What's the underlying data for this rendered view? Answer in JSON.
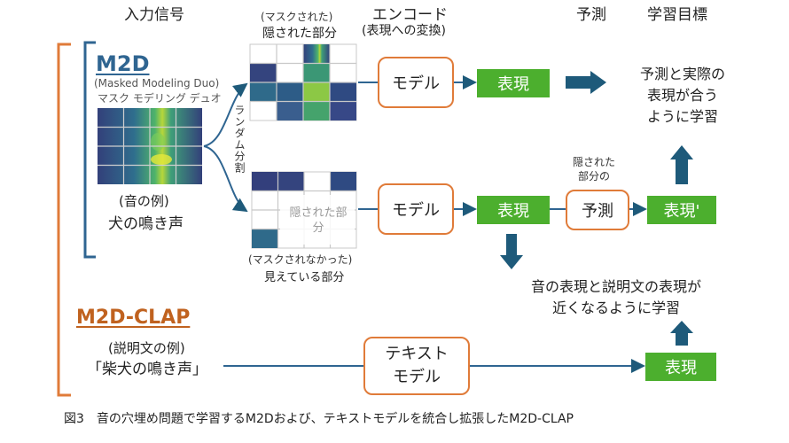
{
  "headers": {
    "input": "入力信号",
    "masked_note": "(マスクされた)",
    "hidden_part": "隠された部分",
    "encode": "エンコード",
    "encode_sub": "(表現への変換)",
    "predict": "予測",
    "target": "学習目標"
  },
  "m2d": {
    "title": "M2D",
    "subtitle_en": "(Masked Modeling Duo)",
    "subtitle_ja": "マスク モデリング デュオ",
    "sound_example_label": "(音の例)",
    "sound_example": "犬の鳴き声",
    "random_split": "ランダム分割"
  },
  "lower_branch": {
    "hidden_overlay": "隠された部分",
    "unmasked_note": "(マスクされなかった)",
    "visible_part": "見えている部分",
    "hidden_pred_note_1": "隠された",
    "hidden_pred_note_2": "部分の"
  },
  "boxes": {
    "model_top": "モデル",
    "model_bottom": "モデル",
    "rep_top": "表現",
    "rep_bottom": "表現",
    "predict": "予測",
    "rep_prime": "表現'",
    "text_model_1": "テキスト",
    "text_model_2": "モデル",
    "rep_text": "表現"
  },
  "goals": {
    "match_1": "予測と実際の",
    "match_2": "表現が合う",
    "match_3": "ように学習",
    "clap_1": "音の表現と説明文の表現が",
    "clap_2": "近くなるように学習"
  },
  "clap": {
    "title": "M2D-CLAP",
    "text_example_label": "(説明文の例)",
    "text_example": "「柴犬の鳴き声」"
  },
  "caption": "図3　音の穴埋め問題で学習するM2Dおよび、テキストモデルを統合し拡張したM2D-CLAP",
  "colors": {
    "orange": "#e07b39",
    "green": "#4caf2e",
    "blue_dark": "#2f6591",
    "arrow_dark": "#1e5a7a"
  }
}
